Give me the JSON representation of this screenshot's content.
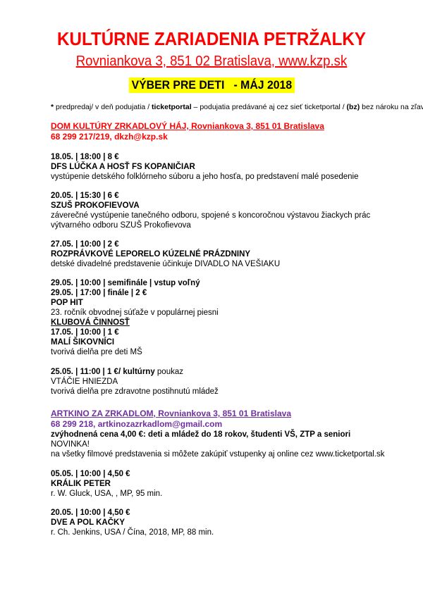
{
  "header": {
    "title": "KULTÚRNE ZARIADENIA PETRŽALKY",
    "address": "Rovniankova 3, 851 02 Bratislava, www.kzp.sk",
    "highlight": "VÝBER PRE DETI   - MÁJ 2018"
  },
  "legend": {
    "star": "*",
    "text1": " predpredaj/ v deň podujatia  / ",
    "ticketportal": "ticketportal",
    "text2": " – podujatia predávané aj cez sieť ticketportal  / ",
    "bz": "(bz)",
    "text3": " bez nároku na zľavu"
  },
  "dkzh": {
    "name": "DOM KULTÚRY ZRKADLOVÝ HÁJ, Rovniankova 3, 851 01 Bratislava",
    "contact": "68 299 217/219, dkzh@kzp.sk",
    "events": [
      {
        "date": "18.05. | 18:00 | 8 €",
        "title": "DFS LÚČKA A HOSŤ FS KOPANIČIAR",
        "desc1": "vystúpenie detského folklórneho súboru a jeho hosťa, po predstavení malé posedenie",
        "desc2": ""
      },
      {
        "date": "20.05. | 15:30 | 6 €",
        "title": "SZUŠ PROKOFIEVOVA",
        "desc1": "záverečné vystúpenie tanečného odboru, spojené s koncoročnou výstavou žiackych prác",
        "desc2": "výtvarného odboru SZUŠ Prokofievova"
      },
      {
        "date": "27.05. | 10:00 | 2 €",
        "title": "ROZPRÁVKOVÉ LEPORELO KÚZELNÉ PRÁZDNINY",
        "desc1": "detské divadelné predstavenie účinkuje DIVADLO NA VEŠIAKU",
        "desc2": ""
      }
    ],
    "pophit": {
      "date1": "29.05. | 10:00 | semifinále | vstup voľný",
      "date2": "29.05. | 17:00 | finále | 2 €",
      "title": "POP HIT",
      "desc": "23. ročník obvodnej súťaže v populárnej piesni"
    }
  },
  "klub": {
    "heading": "KLUBOVÁ ČINNOSŤ",
    "event1": {
      "date": "17.05. | 10:00 | 1 €",
      "title": "MALÍ ŠIKOVNÍCI",
      "desc": "tvorivá dielňa pre deti MŠ"
    },
    "event2": {
      "date": "25.05. | 11:00 | 1 €/ kultúrny",
      "date_tail": " poukaz",
      "title": "VTÁČIE HNIEZDA",
      "desc": "tvorivá dielňa pre zdravotne postihnutú mládež"
    }
  },
  "artkino": {
    "name": "ARTKINO ZA ZRKADLOM",
    "address": ", Rovniankova 3, 851 01 Bratislava",
    "contact": "68 299 218, artkinozazrkadlom@gmail.com",
    "price": "zvýhodnená cena 4,00 €: deti a mládež do 18 rokov, študenti VŠ, ZTP a seniori",
    "novinka": "NOVINKA!",
    "online": "na všetky filmové predstavenia si môžete zakúpiť  vstupenky aj online cez www.ticketportal.sk",
    "films": [
      {
        "date": "05.05. | 10:00 | 4,50 €",
        "title": "KRÁLIK PETER",
        "desc": " r. W. Gluck, USA, , MP, 95 min."
      },
      {
        "date": "20.05. | 10:00 | 4,50 €",
        "title": "DVE A POL KAČKY",
        "desc": "r. Ch. Jenkins, USA / Čína, 2018, MP, 88 min."
      }
    ]
  }
}
